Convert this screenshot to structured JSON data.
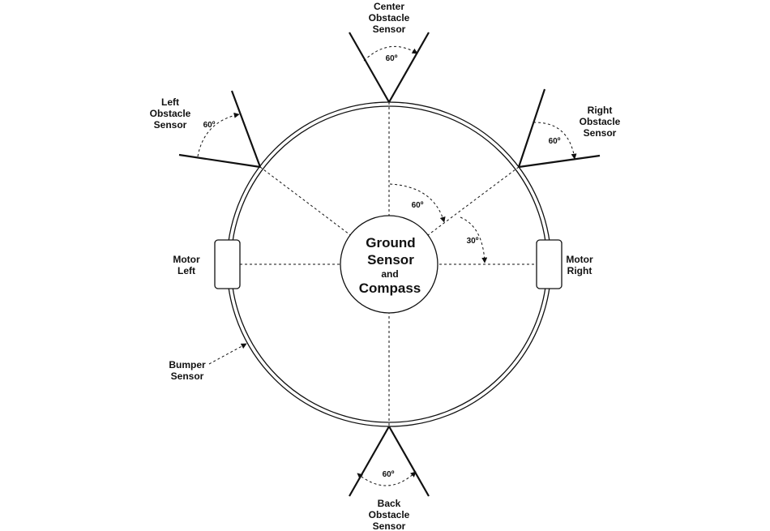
{
  "center_sensor": {
    "line1": "Center",
    "line2": "Obstacle",
    "line3": "Sensor",
    "angle": "60º"
  },
  "left_sensor": {
    "line1": "Left",
    "line2": "Obstacle",
    "line3": "Sensor",
    "angle": "60º"
  },
  "right_sensor": {
    "line1": "Right",
    "line2": "Obstacle",
    "line3": "Sensor",
    "angle": "60º"
  },
  "back_sensor": {
    "line1": "Back",
    "line2": "Obstacle",
    "line3": "Sensor",
    "angle": "60º"
  },
  "motor_left": {
    "line1": "Motor",
    "line2": "Left"
  },
  "motor_right": {
    "line1": "Motor",
    "line2": "Right"
  },
  "bumper": {
    "line1": "Bumper",
    "line2": "Sensor"
  },
  "core": {
    "line1": "Ground",
    "line2": "Sensor",
    "line3": "and",
    "line4": "Compass"
  },
  "inner_angles": {
    "a60": "60º",
    "a30": "30º"
  }
}
